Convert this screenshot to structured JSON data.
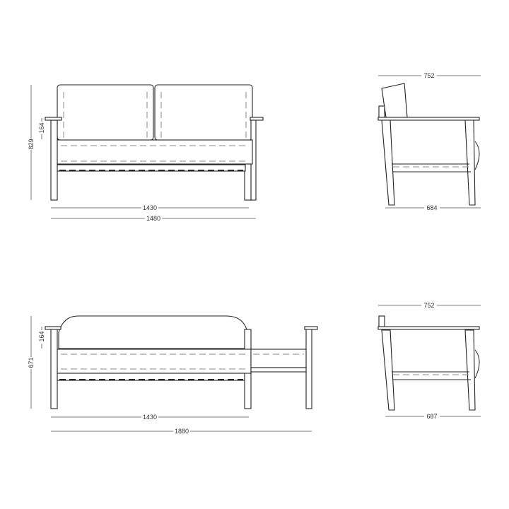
{
  "views": {
    "front_standard": {
      "height": "829",
      "arm_height": "164",
      "inner_width": "1430",
      "overall_width": "1480"
    },
    "side_standard": {
      "top_depth": "752",
      "base_depth": "684"
    },
    "front_extended": {
      "height": "671",
      "arm_height": "164",
      "inner_width": "1430",
      "overall_width": "1880"
    },
    "side_extended": {
      "top_depth": "752",
      "base_depth": "687"
    }
  }
}
